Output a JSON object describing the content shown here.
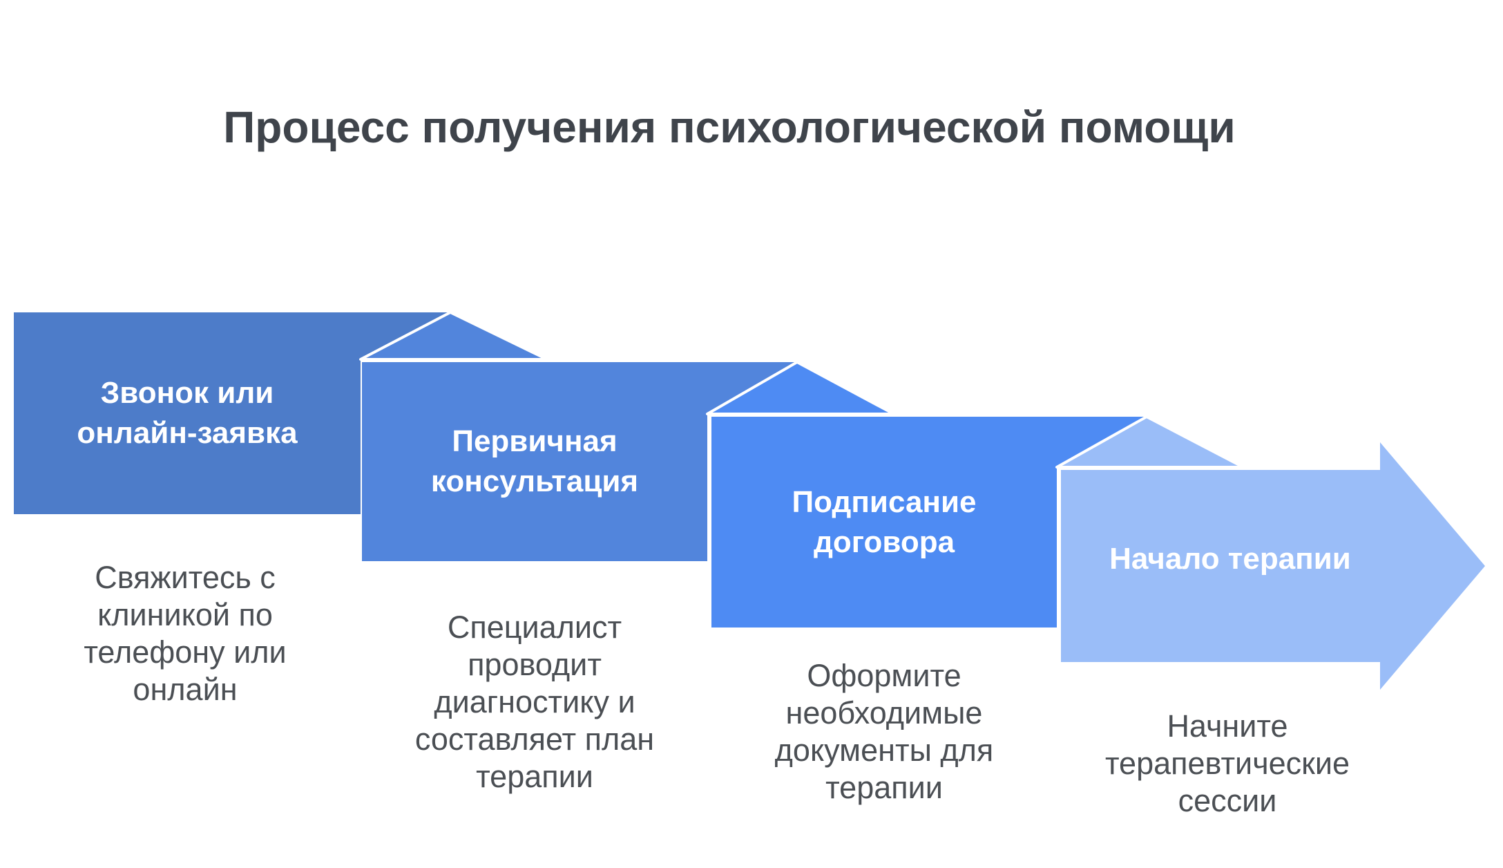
{
  "title": "Процесс получения психологической помощи",
  "steps": [
    {
      "label": "Звонок или\nонлайн-заявка",
      "description": "Свяжитесь с\nклиникой по\nтелефону или\nонлайн",
      "color": "#4d7cc9"
    },
    {
      "label": "Первичная\nконсультация",
      "description": "Специалист\nпроводит\nдиагностику и\nсоставляет план\nтерапии",
      "color": "#5285dc"
    },
    {
      "label": "Подписание\nдоговора",
      "description": "Оформите\nнеобходимые\nдокументы для\nтерапии",
      "color": "#4e8bf3"
    },
    {
      "label": "Начало терапии",
      "description": "Начните\nтерапевтические\nсессии",
      "color": "#9abdf8"
    }
  ],
  "colors": {
    "background": "#ffffff",
    "title_text": "#3f444b",
    "description_text": "#4b4f54",
    "step_label_text": "#ffffff",
    "fold_line": "#ffffff"
  }
}
